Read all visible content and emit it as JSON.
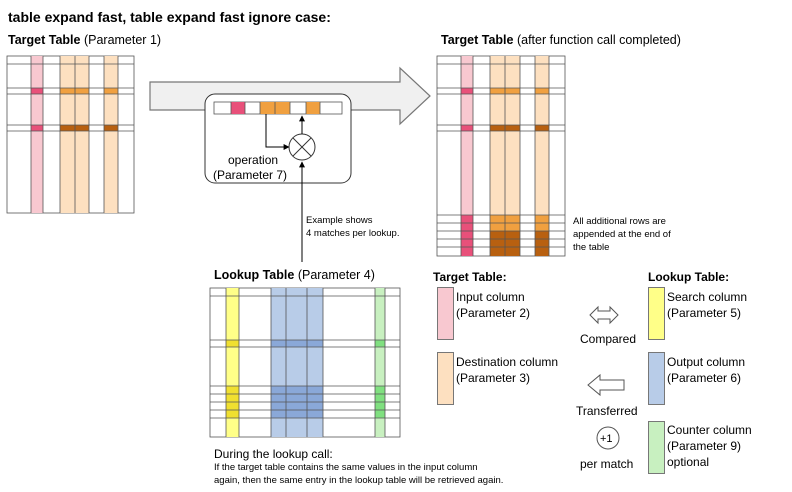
{
  "title": "table expand fast, table expand fast ignore case:",
  "target_table": {
    "name": "Target Table",
    "param": "(Parameter  1)"
  },
  "result_table": {
    "name": "Target Table",
    "param": "(after function call completed)"
  },
  "lookup_table": {
    "name": "Lookup Table",
    "param": "(Parameter 4)"
  },
  "operation": {
    "line1": "operation",
    "line2": "(Parameter 7)"
  },
  "example_note": {
    "line1": "Example shows",
    "line2": "4 matches per lookup."
  },
  "appended_note": {
    "line1": "All additional rows are",
    "line2": "appended at the end of",
    "line3": "the table"
  },
  "legend_target": {
    "heading": "Target Table:",
    "input": {
      "line1": "Input column",
      "line2": "(Parameter 2)"
    },
    "destination": {
      "line1": "Destination column",
      "line2": "(Parameter 3)"
    }
  },
  "legend_lookup": {
    "heading": "Lookup Table:",
    "search": {
      "line1": "Search column",
      "line2": "(Parameter 5)"
    },
    "output": {
      "line1": "Output column",
      "line2": "(Parameter 6)"
    },
    "counter": {
      "line1": "Counter column",
      "line2": "(Parameter 9)",
      "line3": "optional"
    }
  },
  "relations": {
    "compared": "Compared",
    "transferred": "Transferred",
    "plus_one": "+1",
    "per_match": "per match"
  },
  "footer": {
    "line1": "During the lookup call:",
    "line2": "If the target table contains the same values in the input column",
    "line3": "again, then the same entry in the lookup table  will be retrieved again."
  },
  "colors": {
    "input_light": "#f8c8d0",
    "input_dark": "#e8507a",
    "dest_light": "#fde0c0",
    "dest_mid": "#f0a040",
    "dest_dark": "#b86010",
    "search": "#ffff88",
    "output": "#b8cce8",
    "counter": "#c8f0c0",
    "arrow_fill": "#f0f0f0"
  }
}
